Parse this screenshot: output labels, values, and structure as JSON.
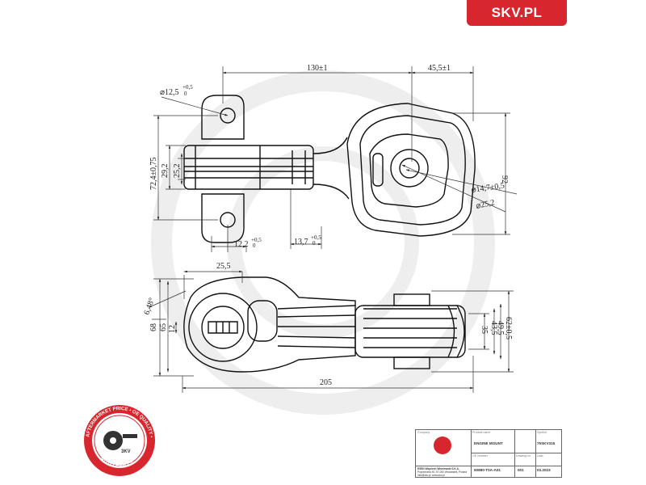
{
  "brand": {
    "site": "SKV.PL",
    "color": "#d7262d"
  },
  "seal": {
    "outer_text": "AFTERMARKET PRICE • OE QUALITY •",
    "inner_text": "AUTO PARTS",
    "badge": "3KV"
  },
  "dimensions_top": {
    "d130": "130±1",
    "d45_5": "45,5±1",
    "hole_12_5_main": "⌀12,5",
    "hole_12_5_tol": "+0,5",
    "hole_12_5_zero": "0",
    "d72_4": "72,4±0,75",
    "d29_2": "29,2",
    "d25_2_left": "25,2",
    "d92": "92",
    "d14_7": "⌀14,7±0,5",
    "d25_2_right": "⌀25,2",
    "d12_2_main": "12,2",
    "d12_2_tol": "+0,5",
    "d12_2_zero": "0",
    "d13_7_main": "13,7",
    "d13_7_tol": "+0,5",
    "d13_7_zero": "0"
  },
  "dimensions_side": {
    "d25_5": "25,5",
    "angle": "6,48°",
    "d68": "68",
    "d65": "65",
    "d12": "12",
    "d35": "35",
    "d43_5": "43,5",
    "d49_5": "49,5",
    "d62": "62±0,5",
    "d205": "205"
  },
  "title_block": {
    "company_label": "Company",
    "product_label": "Product name",
    "symbol_label": "Symbol",
    "product_name": "ENGINE MOUNT",
    "symbol": "75SKV315",
    "company_name": "ESEN Wojciech Wiśniewski S.K.A.",
    "address": "Poprzeczna 40, 57-000 Wrocławek, Poland",
    "contact": "info@skv.pl, www.skv.pl",
    "oe_label": "OE Number",
    "oe": "50880-T0A-A01",
    "drawing_label": "Drawing no",
    "drawing": "001",
    "date_label": "Date",
    "date": "03.2023"
  }
}
